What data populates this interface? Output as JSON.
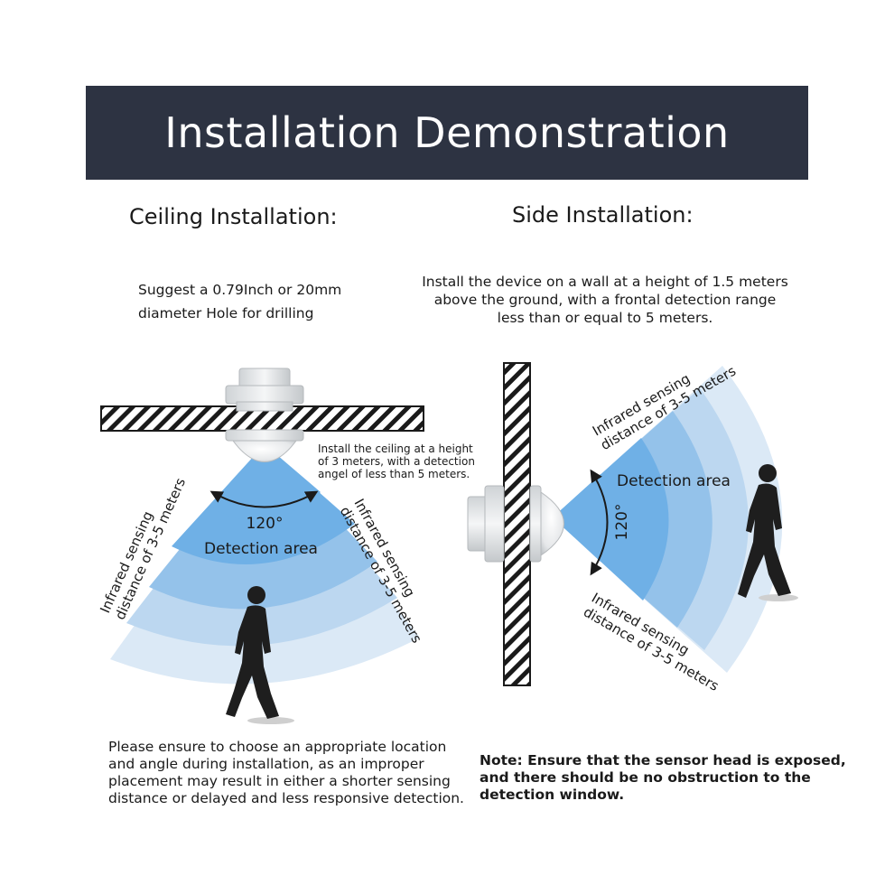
{
  "header": {
    "title": "Installation Demonstration"
  },
  "ceiling": {
    "title": "Ceiling Installation:",
    "hole_line1": "Suggest a 0.79Inch or 20mm",
    "hole_line2": "diameter Hole for drilling",
    "height_line1": "Install the ceiling at a height",
    "height_line2": "of 3 meters, with a detection",
    "height_line3": "angel of less than 5 meters.",
    "angle": "120°",
    "detection_label": "Detection area",
    "sensing_left_1": "Infrared sensing",
    "sensing_left_2": "distance of 3-5 meters",
    "sensing_right_1": "Infrared sensing",
    "sensing_right_2": "distance of 3-5 meters",
    "placement_line1": "Please ensure to choose an appropriate location",
    "placement_line2": "and angle during installation, as an improper",
    "placement_line3": "placement may result in either a shorter sensing",
    "placement_line4": "distance or delayed and less responsive detection."
  },
  "side": {
    "title": "Side Installation:",
    "wall_line1": "Install the device on a wall at a height of 1.5 meters",
    "wall_line2": "above the ground, with a frontal detection range",
    "wall_line3": "less than or equal to 5 meters.",
    "angle": "120°",
    "detection_label": "Detection area",
    "sensing_top_1": "Infrared sensing",
    "sensing_top_2": "distance of 3-5 meters",
    "sensing_bottom_1": "Infrared sensing",
    "sensing_bottom_2": "distance of 3-5 meters",
    "note_line1": "Note: Ensure that the sensor head is exposed,",
    "note_line2": "and there should be no obstruction to the",
    "note_line3": "detection window."
  },
  "colors": {
    "banner_bg": "#2d3342",
    "zone_light": "#dbe9f6",
    "zone_mid": "#bcd7f0",
    "zone_dark": "#94c2ea",
    "zone_core": "#6fb0e6"
  }
}
